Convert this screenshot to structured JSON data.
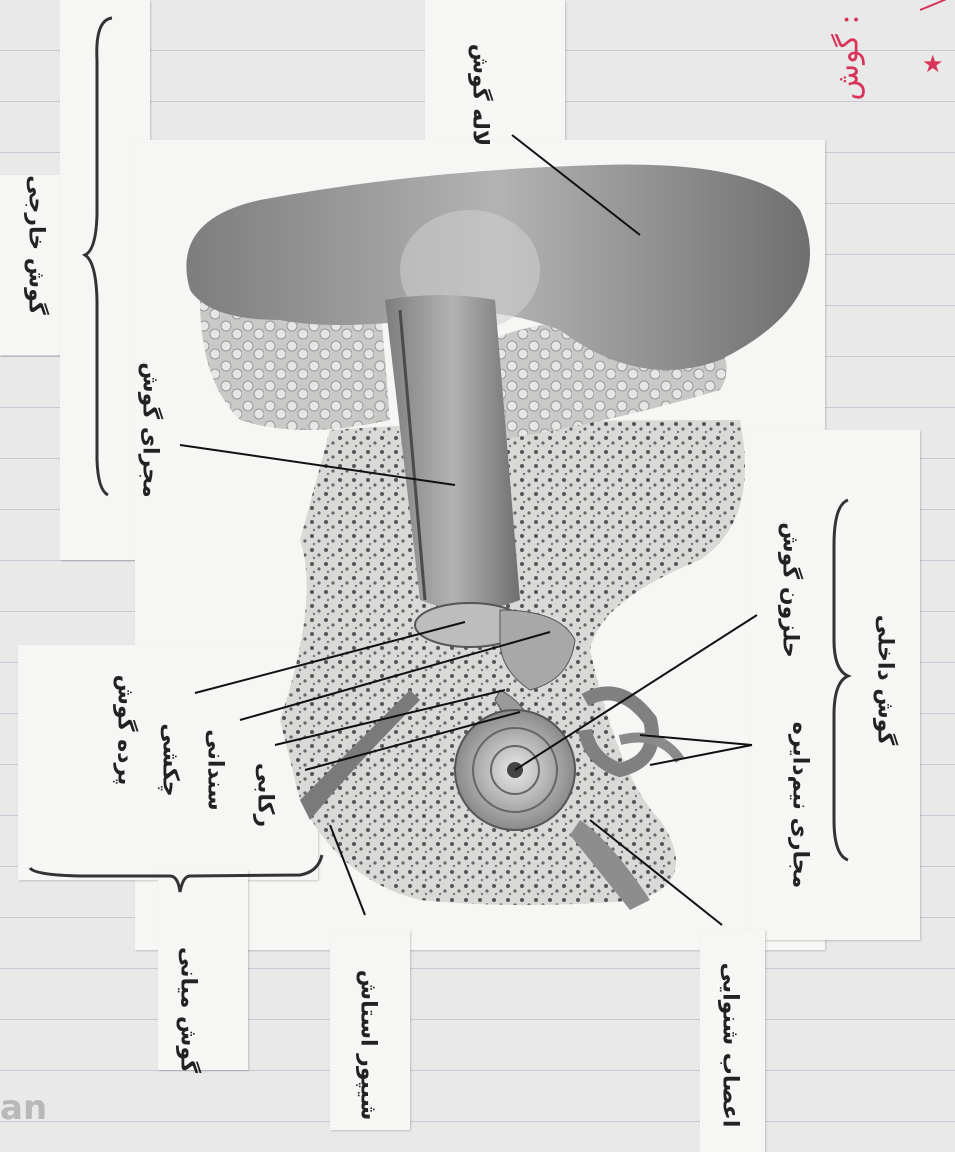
{
  "heading": {
    "text": "گوش :"
  },
  "labels": {
    "outer_ear": "گوش خارجی",
    "ear_canal": "مجرای گوش",
    "pinna": "لاله گوش",
    "eardrum": "پرده گوش",
    "malleus": "چکشی",
    "incus": "سندانی",
    "stapes": "رکابی",
    "middle_ear": "گوش میانی",
    "eustachian_tube": "شیپور استاش",
    "cochlea": "حلزون گوش",
    "semicircular_canals": "مجاری نیم‌دایره",
    "inner_ear": "گوش داخلی",
    "auditory_nerve": "اعصاب شنوایی"
  },
  "watermark": "an",
  "colors": {
    "ink": "#222222",
    "red_pen": "#d8345a",
    "paper": "#f6f6f4",
    "ruling": "#c7c9d6"
  }
}
